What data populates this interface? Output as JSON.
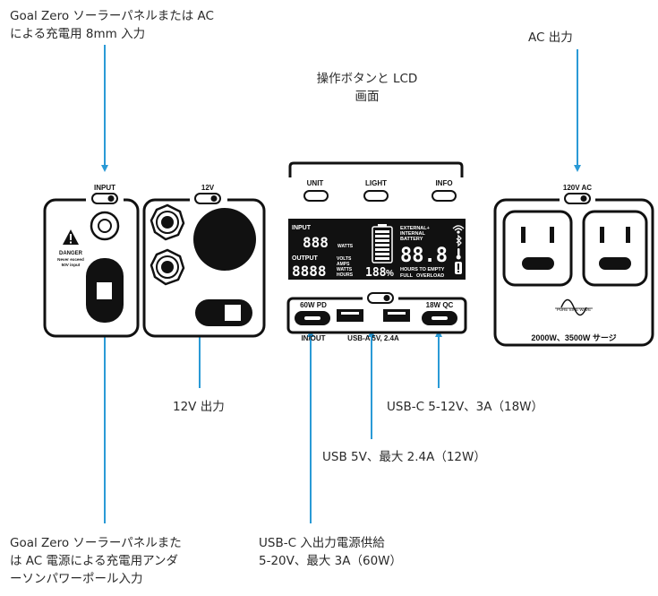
{
  "callouts": {
    "input_8mm_line1": "Goal Zero ソーラーパネルまたは AC",
    "input_8mm_line2": "による充電用 8mm 入力",
    "buttons_lcd_line1": "操作ボタンと LCD",
    "buttons_lcd_line2": "画面",
    "ac_out": "AC 出力",
    "out_12v": "12V 出力",
    "usbc_18w": "USB-C 5-12V、3A（18W）",
    "usb_a": "USB 5V、最大 2.4A（12W）",
    "anderson_line1": "Goal Zero ソーラーパネルまた",
    "anderson_line2": "は AC 電源による充電用アンダ",
    "anderson_line3": "ーソンパワーポール入力",
    "usbc_60w_line1": "USB-C 入出力電源供給",
    "usbc_60w_line2": "5-20V、最大 3A（60W）"
  },
  "input_panel": {
    "label": "INPUT",
    "danger_title": "DANGER",
    "danger_line1": "Never exceed",
    "danger_line2": "50V  input"
  },
  "dc_panel": {
    "label": "12V"
  },
  "control_panel": {
    "buttons": [
      "UNIT",
      "LIGHT",
      "INFO"
    ],
    "lcd": {
      "input_label": "INPUT",
      "input_digits": "888",
      "watts": "WATTS",
      "output_label": "OUTPUT",
      "output_digits": "8888",
      "volts": "VOLTS",
      "amps": "AMPS",
      "watts2": "WATTS",
      "hours": "HOURS",
      "percent_digits": "188",
      "percent_sign": "%",
      "ext_line1": "EXTERNAL+",
      "ext_line2": "INTERNAL",
      "ext_line3": "BATTERY",
      "big_digits": "88.8",
      "hours_to_empty": "HOURS TO EMPTY",
      "full": "FULL",
      "overload": "OVERLOAD"
    },
    "ports": {
      "pd_label": "60W PD",
      "inout_label": "IN/OUT",
      "usba_label": "USB-A 5V, 2.4A",
      "qc_label": "18W QC"
    }
  },
  "ac_panel": {
    "label": "120V AC",
    "wave_text": "PURE SINE WAVE",
    "surge_text": "2000W、3500W サージ"
  }
}
